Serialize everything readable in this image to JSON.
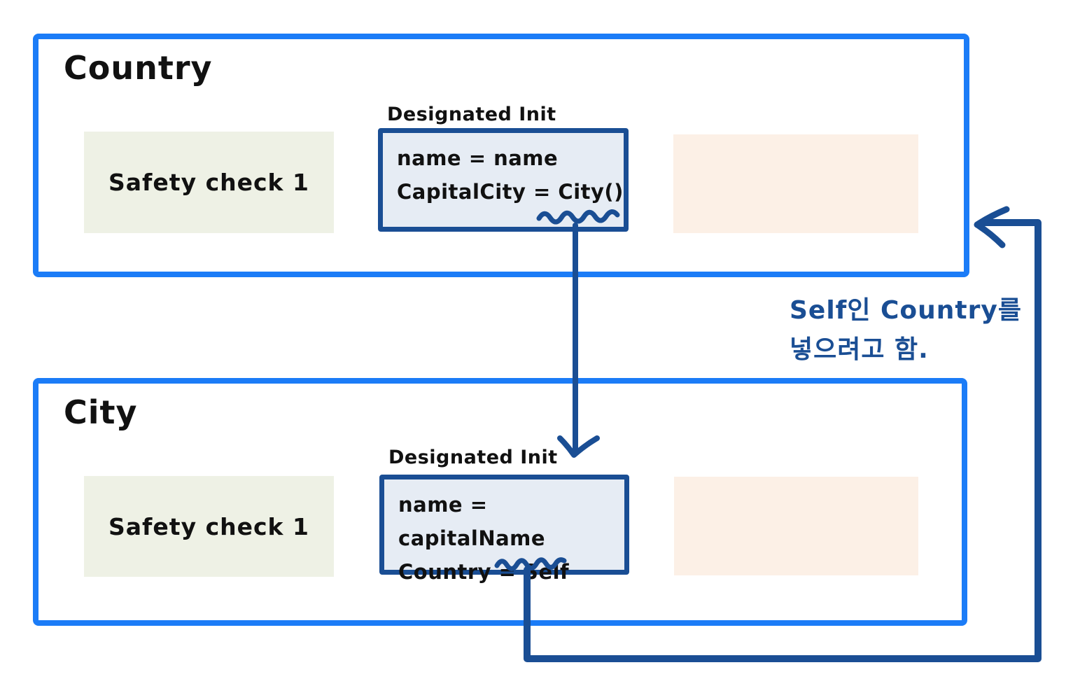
{
  "colors": {
    "border_blue": "#1b7cf7",
    "navy": "#1a4e94",
    "ink": "#111111",
    "green_fill": "#eef1e5",
    "peach_fill": "#fcf0e6",
    "init_fill": "#e6ecf4"
  },
  "country": {
    "title": "Country",
    "safety_check_label": "Safety check 1",
    "init_label": "Designated Init",
    "init_lines": [
      "name = name",
      "CapitalCity  =  City()"
    ]
  },
  "city": {
    "title": "City",
    "safety_check_label": "Safety check 1",
    "init_label": "Designated Init",
    "init_lines": [
      "name = capitalName",
      "Country = Self"
    ]
  },
  "annotation": {
    "lines": [
      "Self인 Country를",
      "넣으려고 함."
    ]
  },
  "icons": {
    "call_arrow": "arrow-down",
    "self_reference_arrow": "arrow-loop-left",
    "city_underline": "wavy-underline",
    "self_underline": "wavy-underline"
  }
}
